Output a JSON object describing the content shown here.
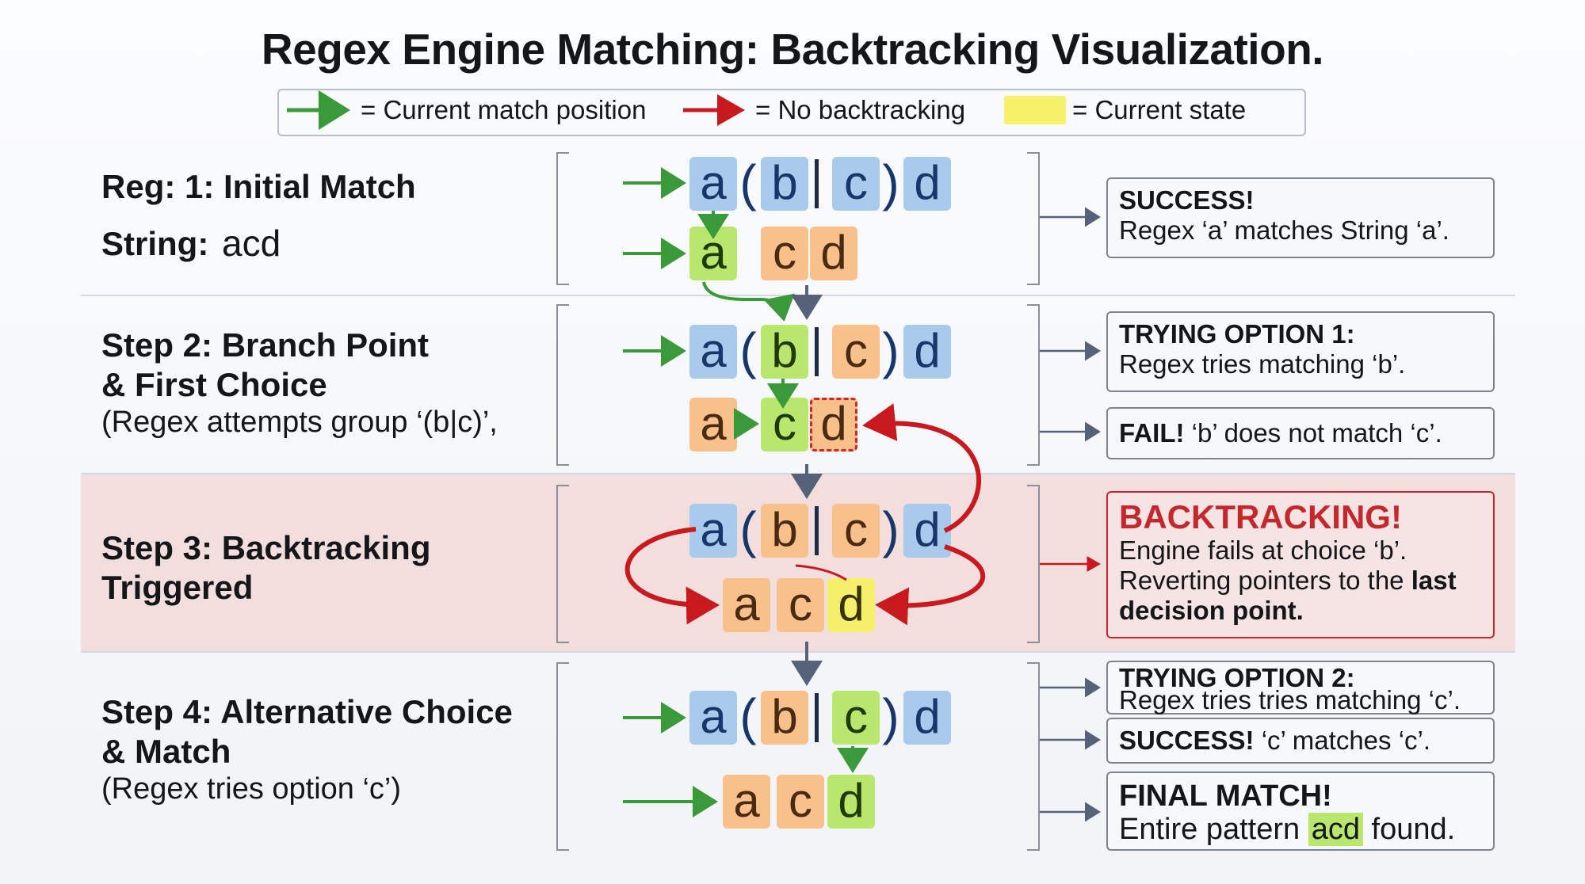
{
  "title": "Regex Engine Matching: Backtracking Visualization.",
  "legend": {
    "green": "= Current match position",
    "red": "= No backtracking",
    "yellow": "= Current state"
  },
  "steps": [
    {
      "title": "Reg: 1: Initial Match",
      "label2": "String:",
      "string_value": "acd"
    },
    {
      "title": "Step 2: Branch Point",
      "title2": "& First Choice",
      "sub": "(Regex attempts group ‘(b|c)’,"
    },
    {
      "title": "Step 3: Backtracking",
      "title2": "Triggered"
    },
    {
      "title": "Step 4: Alternative Choice",
      "title2": "& Match",
      "sub": "(Regex tries option ‘c’)"
    }
  ],
  "regex_tokens": [
    "a",
    "(",
    "b",
    "|",
    "c",
    ")",
    "d"
  ],
  "string_tokens": [
    "a",
    "c",
    "d"
  ],
  "callouts": {
    "c1_head": "SUCCESS!",
    "c1_body": "Regex ‘a’ matches String ‘a’.",
    "c2_head": "TRYING OPTION 1:",
    "c2_body": "Regex tries matching ‘b’.",
    "c3_head": "FAIL!",
    "c3_body": " ‘b’ does not match ‘c’.",
    "c4_head": "BACKTRACKING!",
    "c4_body1": "Engine fails at choice ‘b’.",
    "c4_body2": "Reverting pointers to the ",
    "c4_bold": "last decision point.",
    "c5_head": "TRYING OPTION 2:",
    "c5_body": "Regex tries tries matching ‘c’.",
    "c6_head": "SUCCESS!",
    "c6_body": " ‘c’ matches ‘c’.",
    "c7_head": "FINAL MATCH!",
    "c7_body": "Entire pattern ",
    "c7_hl": "acd",
    "c7_tail": " found."
  },
  "colors": {
    "green_arrow": "#3a9a3a",
    "red_arrow": "#c8191e",
    "highlight_yellow": "#f5ef6c",
    "token_blue": "#a9cbeb",
    "token_orange": "#f8c08a",
    "token_green": "#b9e66c",
    "backtrack_band": "#f3dede"
  }
}
